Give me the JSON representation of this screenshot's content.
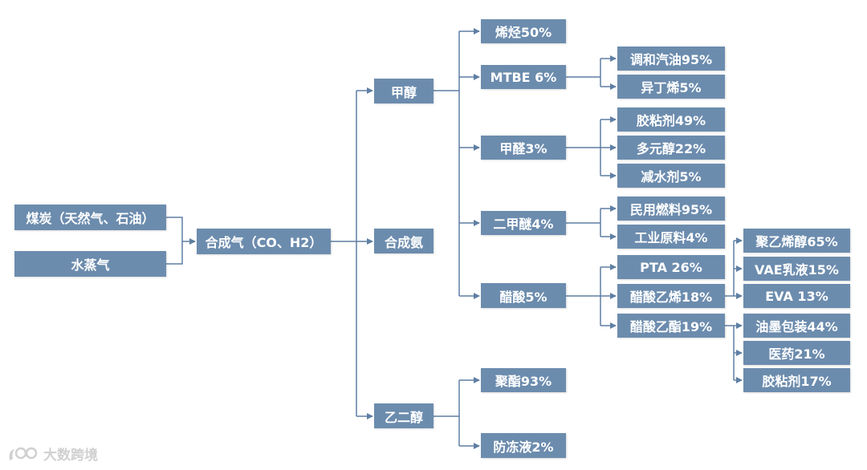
{
  "colors": {
    "node": "#6c8cae",
    "connector": "#5f7fa3"
  },
  "nodes": {
    "coal": "煤炭（天然气、石油）",
    "steam": "水蒸气",
    "syngas": "合成气（CO、H2）",
    "methanol": "甲醇",
    "ammonia": "合成氨",
    "glycol": "乙二醇",
    "olefin": "烯烃50%",
    "mtbe": "MTBE 6%",
    "formaldehyde": "甲醛3%",
    "dme": "二甲醚4%",
    "acetic_acid": "醋酸5%",
    "blend_gasoline": "调和汽油95%",
    "isobutylene": "异丁烯5%",
    "adhesive": "胶粘剂49%",
    "polyol": "多元醇22%",
    "water_reducer": "减水剂5%",
    "civil_fuel": "民用燃料95%",
    "industrial_material": "工业原料4%",
    "pta": "PTA 26%",
    "vinyl_acetate": "醋酸乙烯18%",
    "ethyl_acetate": "醋酸乙酯19%",
    "pva": "聚乙烯醇65%",
    "vae": "VAE乳液15%",
    "eva": "EVA 13%",
    "ink_packaging": "油墨包装44%",
    "pharma": "医药21%",
    "adhesive2": "胶粘剂17%",
    "polyester": "聚酯93%",
    "antifreeze": "防冻液2%"
  },
  "watermark": {
    "text": "大数跨境",
    "icon": "brand-logo-icon"
  }
}
